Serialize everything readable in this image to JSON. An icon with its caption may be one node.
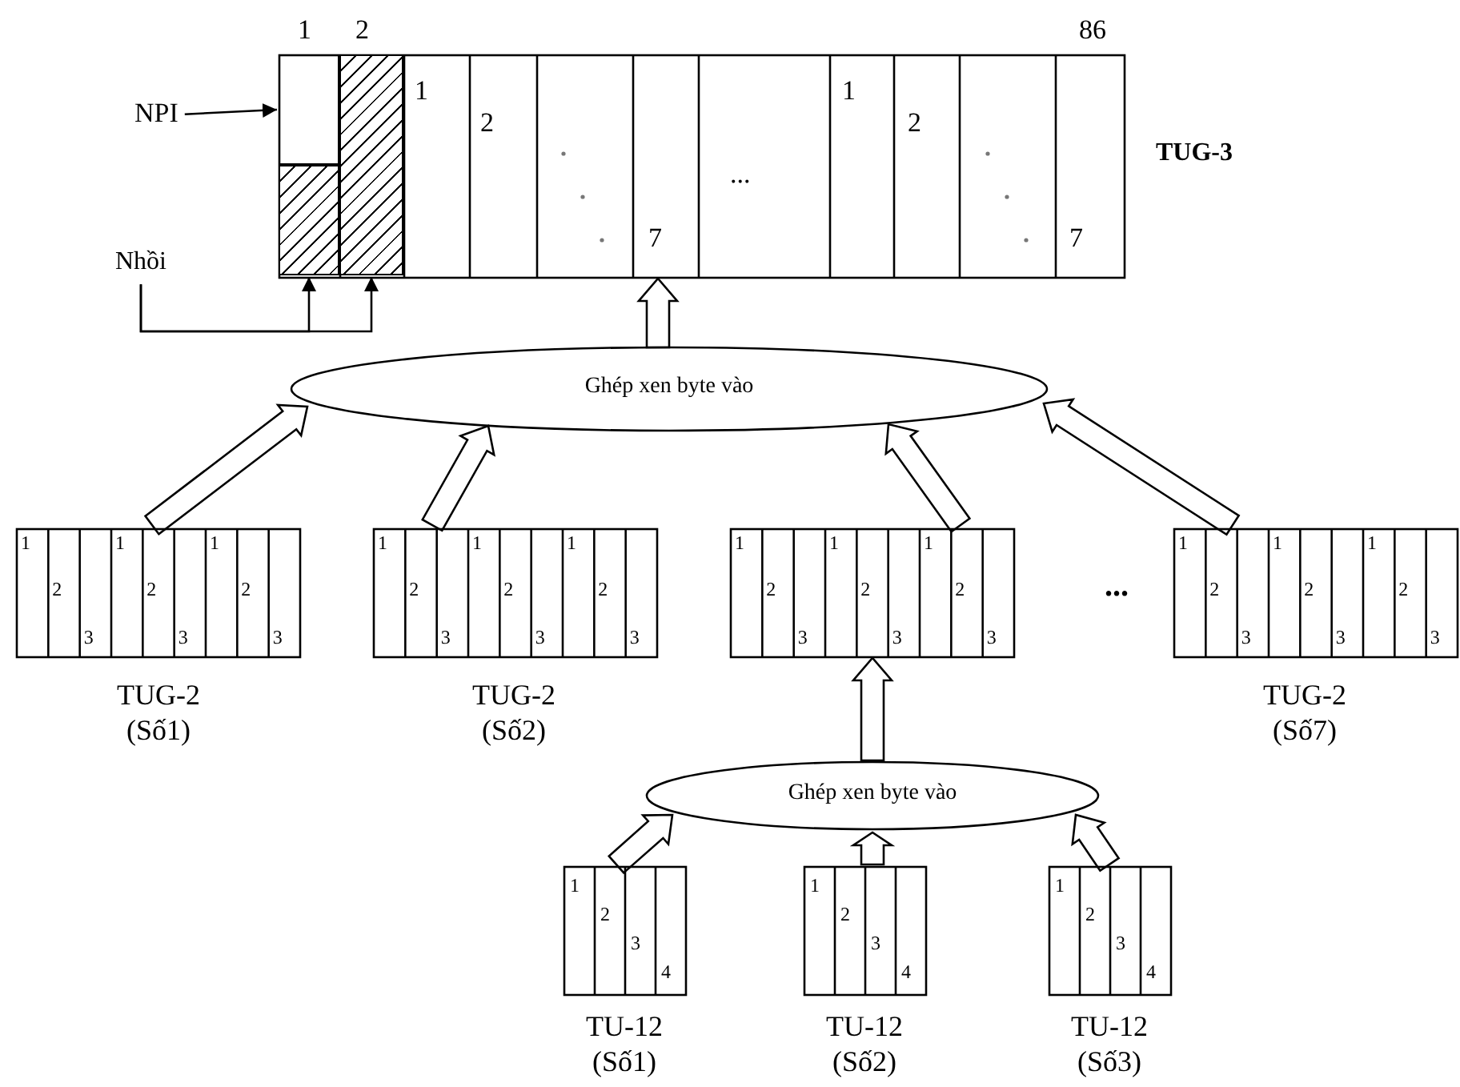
{
  "diagram": {
    "nodes": [
      {
        "text": [
          "1",
          "2",
          "86",
          "1",
          "2",
          "7",
          "...",
          "1",
          "2",
          "7"
        ],
        "beside": [
          "TUG-3"
        ]
      },
      {
        "text": [],
        "shape": "box",
        "in": 0
      },
      {
        "text": [],
        "shape": "box",
        "in": 0
      },
      {
        "text": [],
        "shape": "box",
        "in": 0
      },
      {
        "text": [
          "NPI"
        ]
      },
      {
        "text": [
          "Nhồi"
        ]
      },
      {
        "text": [
          "Ghép xen byte vào"
        ]
      },
      {
        "text": [
          "1",
          "2",
          "3",
          "1",
          "2",
          "3",
          "1",
          "2",
          "3"
        ],
        "beside": [
          "TUG-2",
          "(Số1)"
        ]
      },
      {
        "text": [
          "1",
          "2",
          "3",
          "1",
          "2",
          "3",
          "1",
          "2",
          "3"
        ],
        "beside": [
          "TUG-2",
          "(Số2)"
        ]
      },
      {
        "text": [
          "1",
          "2",
          "3",
          "1",
          "2",
          "3",
          "1",
          "2",
          "3"
        ]
      },
      {
        "text": [
          "1",
          "2",
          "3",
          "1",
          "2",
          "3",
          "1",
          "2",
          "3"
        ],
        "beside": [
          "TUG-2",
          "(Số7)"
        ]
      },
      {
        "text": [
          "Ghép xen byte vào"
        ]
      },
      {
        "text": [
          "1",
          "2",
          "3",
          "4"
        ],
        "beside": [
          "TU-12",
          "(Số1)"
        ]
      },
      {
        "text": [
          "1",
          "2",
          "3",
          "4"
        ],
        "beside": [
          "TU-12",
          "(Số2)"
        ]
      },
      {
        "text": [
          "1",
          "2",
          "3",
          "4"
        ],
        "beside": [
          "TU-12",
          "(Số3)"
        ]
      }
    ],
    "edges": [
      {
        "from": 4,
        "to": 1,
        "arrow": "to"
      },
      {
        "from": 5,
        "to": 2,
        "arrow": "to"
      },
      {
        "from": 5,
        "to": 3,
        "arrow": "to"
      },
      {
        "from": 6,
        "to": 0,
        "arrow": "to",
        "style": "thick"
      },
      {
        "from": 7,
        "to": 6,
        "arrow": "to",
        "style": "thick"
      },
      {
        "from": 8,
        "to": 6,
        "arrow": "to",
        "style": "thick"
      },
      {
        "from": 9,
        "to": 6,
        "arrow": "to",
        "style": "thick"
      },
      {
        "from": 10,
        "to": 6,
        "arrow": "to",
        "style": "thick"
      },
      {
        "from": 11,
        "to": 9,
        "arrow": "to",
        "style": "thick"
      },
      {
        "from": 12,
        "to": 11,
        "arrow": "to",
        "style": "thick"
      },
      {
        "from": 13,
        "to": 11,
        "arrow": "to",
        "style": "thick"
      },
      {
        "from": 14,
        "to": 11,
        "arrow": "to",
        "style": "thick"
      }
    ],
    "labels": [
      "..."
    ]
  }
}
